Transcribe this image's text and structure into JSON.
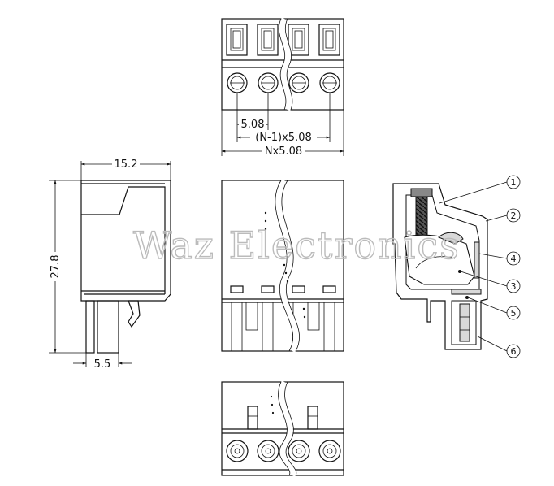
{
  "dimensions": {
    "pitch": "5.08",
    "n_minus_one": "(N-1)x5.08",
    "total_width": "Nx5.08",
    "body_depth": "15.2",
    "height": "27.8",
    "pin_offset": "5.5"
  },
  "callouts": [
    "1",
    "2",
    "4",
    "3",
    "5",
    "6"
  ],
  "watermark": "Waz Electronics"
}
